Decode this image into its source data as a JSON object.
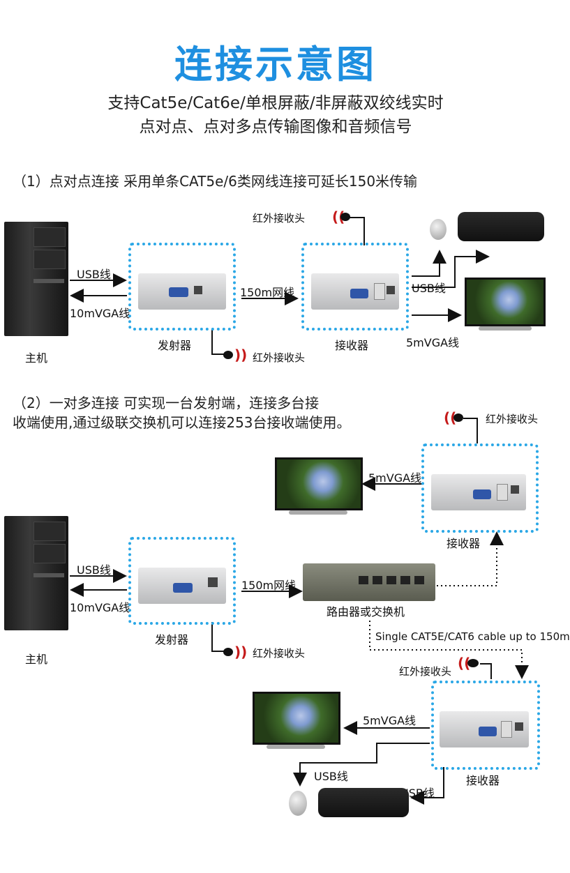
{
  "title": "连接示意图",
  "subtitle_line1": "支持Cat5e/Cat6e/单根屏蔽/非屏蔽双绞线实时",
  "subtitle_line2": "点对点、点对多点传输图像和音频信号",
  "section1": {
    "heading": "（1）点对点连接   采用单条CAT5e/6类网线连接可延长150米传输",
    "host": "主机",
    "usb_label": "USB线",
    "vga_label": "10mVGA线",
    "transmitter": "发射器",
    "cable": "150m网线",
    "receiver": "接收器",
    "ir_top": "红外接收头",
    "ir_bottom": "红外接收头",
    "usb_out": "USB线",
    "vga_out": "5mVGA线"
  },
  "section2": {
    "heading_line1": "（2）一对多连接   可实现一台发射端，连接多台接",
    "heading_line2": "收端使用,通过级联交换机可以连接253台接收端使用。",
    "host": "主机",
    "usb_label": "USB线",
    "vga_label": "10mVGA线",
    "transmitter": "发射器",
    "cable": "150m网线",
    "router": "路由器或交换机",
    "router_note": "Single CAT5E/CAT6 cable up to 150m",
    "ir_tx": "红外接收头",
    "receiver_top": "接收器",
    "ir_rx_top": "红外接收头",
    "vga_top": "5mVGA线",
    "receiver_bottom": "接收器",
    "ir_rx_bottom": "红外接收头",
    "vga_bottom": "5mVGA线",
    "usb_bottom_left": "USB线",
    "usb_bottom_right": "USB线"
  },
  "icons": [
    "pc-tower-icon",
    "monitor-icon",
    "keyboard-icon",
    "mouse-icon",
    "ir-receiver-icon",
    "switch-icon",
    "kvm-device-icon"
  ],
  "colors": {
    "accent": "#1e8fe0",
    "dotted_border": "#2aa7e6",
    "ir_wave": "#c51b1b"
  }
}
